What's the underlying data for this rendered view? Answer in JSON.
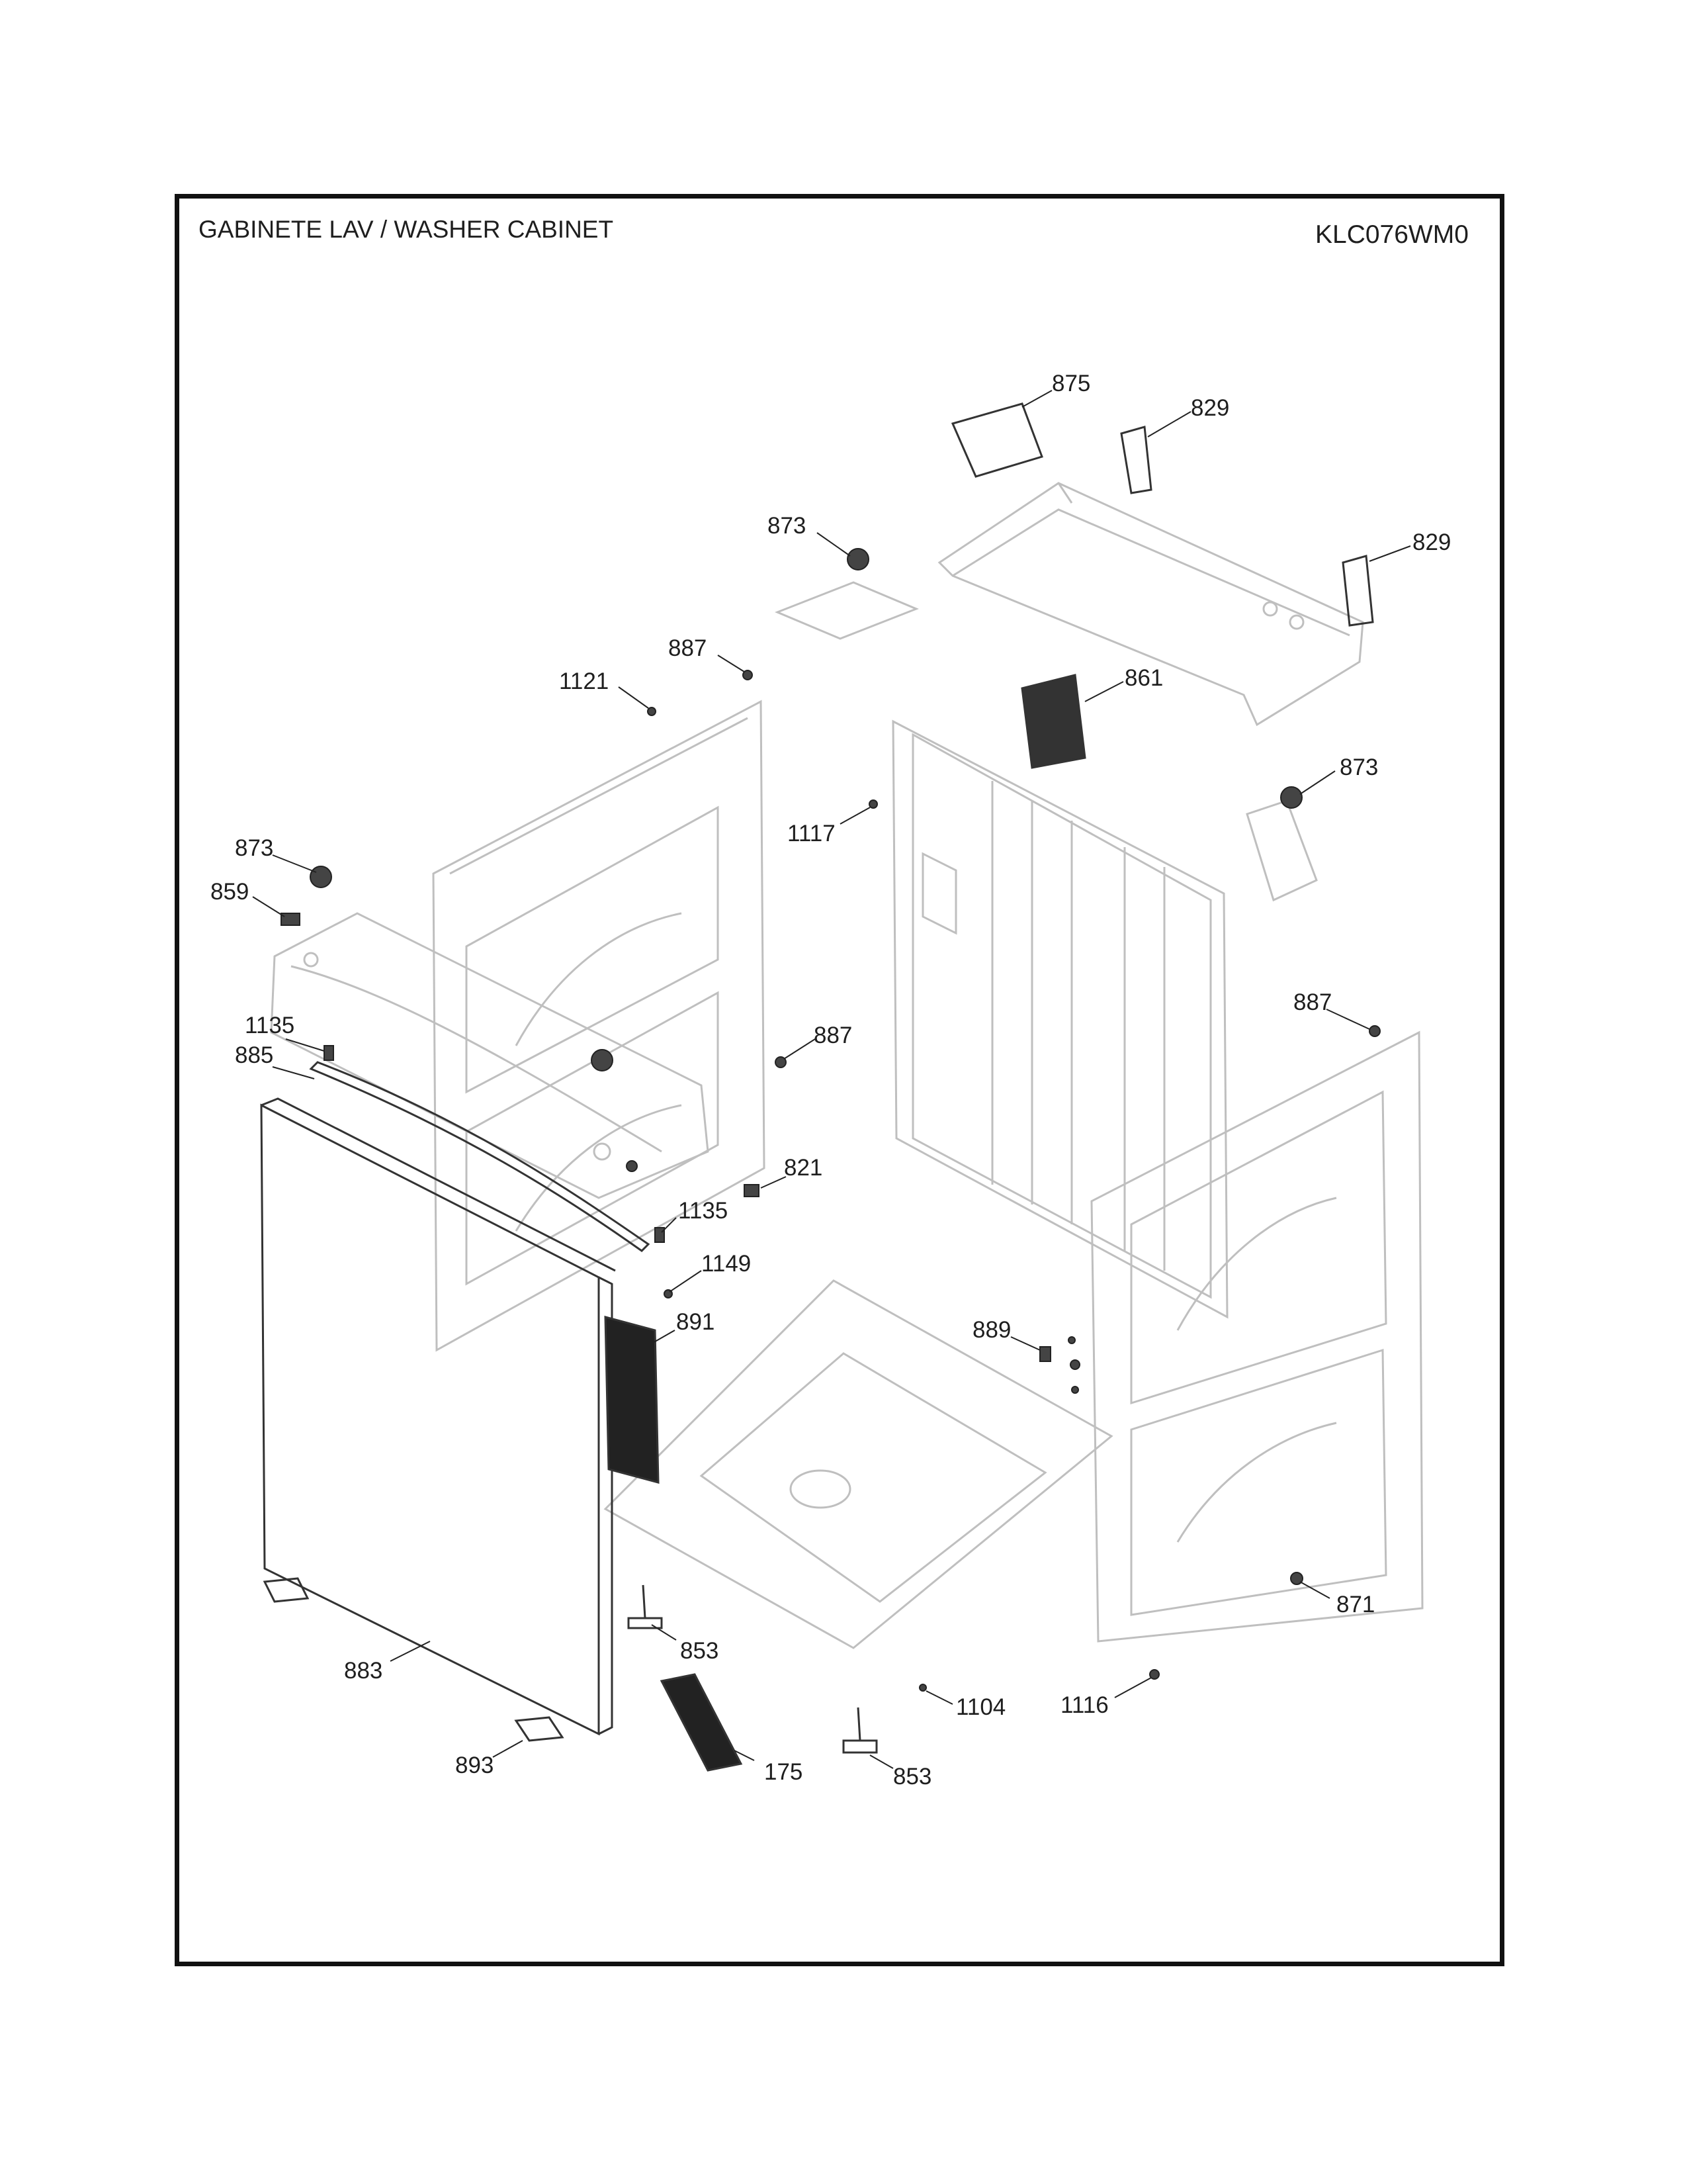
{
  "header": {
    "title": "GABINETE LAV / WASHER CABINET",
    "model": "KLC076WM0"
  },
  "callouts": [
    {
      "id": "c875a",
      "text": "875"
    },
    {
      "id": "c829a",
      "text": "829"
    },
    {
      "id": "c873a",
      "text": "873"
    },
    {
      "id": "c829b",
      "text": "829"
    },
    {
      "id": "c887a",
      "text": "887"
    },
    {
      "id": "c1121",
      "text": "1121"
    },
    {
      "id": "c861",
      "text": "861"
    },
    {
      "id": "c873b",
      "text": "873"
    },
    {
      "id": "c1117",
      "text": "1117"
    },
    {
      "id": "c873c",
      "text": "873"
    },
    {
      "id": "c859",
      "text": "859"
    },
    {
      "id": "c887b",
      "text": "887"
    },
    {
      "id": "c1135a",
      "text": "1135"
    },
    {
      "id": "c887c",
      "text": "887"
    },
    {
      "id": "c885",
      "text": "885"
    },
    {
      "id": "c821",
      "text": "821"
    },
    {
      "id": "c1135b",
      "text": "1135"
    },
    {
      "id": "c1149",
      "text": "1149"
    },
    {
      "id": "c891",
      "text": "891"
    },
    {
      "id": "c889",
      "text": "889"
    },
    {
      "id": "c871",
      "text": "871"
    },
    {
      "id": "c853a",
      "text": "853"
    },
    {
      "id": "c883",
      "text": "883"
    },
    {
      "id": "c1104",
      "text": "1104"
    },
    {
      "id": "c1116",
      "text": "1116"
    },
    {
      "id": "c893",
      "text": "893"
    },
    {
      "id": "c175",
      "text": "175"
    },
    {
      "id": "c853b",
      "text": "853"
    }
  ]
}
